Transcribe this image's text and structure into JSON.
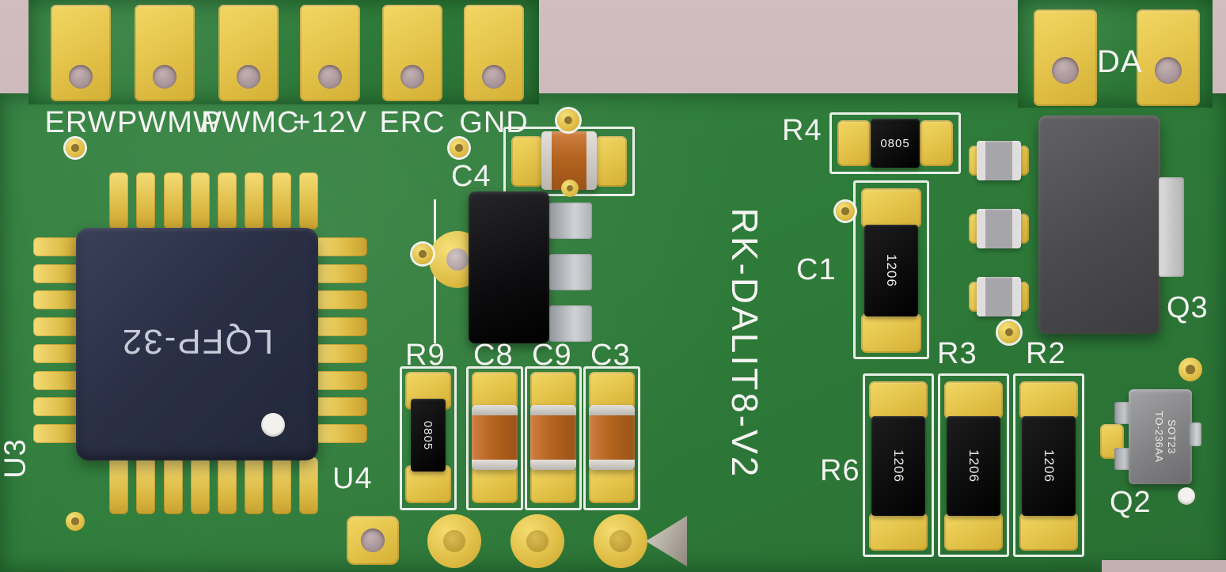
{
  "board": {
    "title": "RK-DALIT8-V2",
    "connector_labels": [
      "ERW",
      "PWMW",
      "PWMC",
      "+12V",
      "ERC",
      "GND"
    ],
    "refdes": {
      "u3": "U3",
      "u4": "U4",
      "c4": "C4",
      "r9": "R9",
      "c8": "C8",
      "c9": "C9",
      "c3": "C3",
      "r4": "R4",
      "c1": "C1",
      "r3": "R3",
      "r2": "R2",
      "r6": "R6",
      "q3": "Q3",
      "q2": "Q2",
      "da": "DA"
    },
    "markings": {
      "lqfp": "LQFP-32",
      "r9_package": "0805",
      "r4_package": "0805",
      "c1_package": "1206",
      "res1_package": "1206",
      "res2_package": "1206",
      "res3_package": "1206",
      "q2_package_line1": "SOT23",
      "q2_package_line2": "TO-236AA"
    },
    "colors": {
      "background_pink": "#c9b5b7",
      "pcb_green": "#2e7b39",
      "pad_gold": "#e8ca52",
      "silkscreen_white": "#f5f5f5",
      "capacitor_orange": "#b4641f",
      "chip_navy": "#2b3047"
    }
  }
}
